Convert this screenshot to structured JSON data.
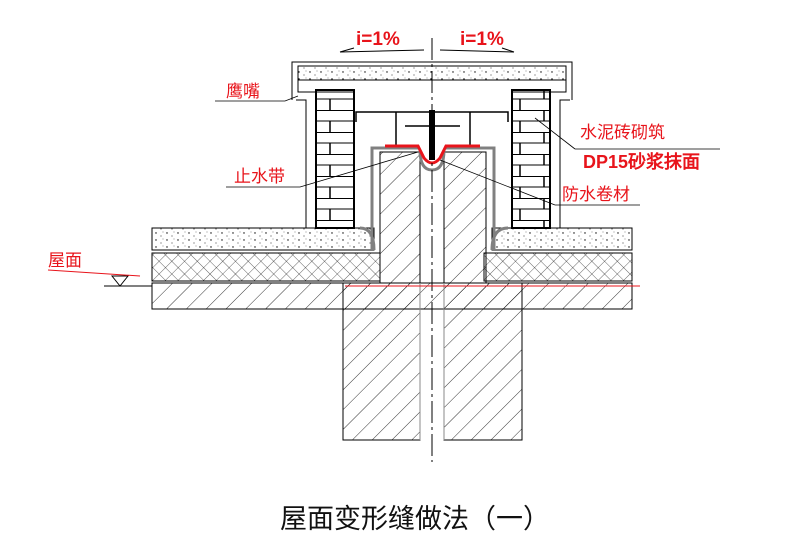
{
  "labels": {
    "slope_left": "i=1%",
    "slope_right": "i=1%",
    "drip_edge": "鹰嘴",
    "brick_masonry": "水泥砖砌筑",
    "mortar_finish": "DP15砂浆抹面",
    "waterstop": "止水带",
    "waterproof_membrane": "防水卷材",
    "roof_surface": "屋面"
  },
  "title": "屋面变形缝做法（一）",
  "colors": {
    "annotation": "#e8141b",
    "line": "#000000",
    "membrane": "#808080"
  }
}
